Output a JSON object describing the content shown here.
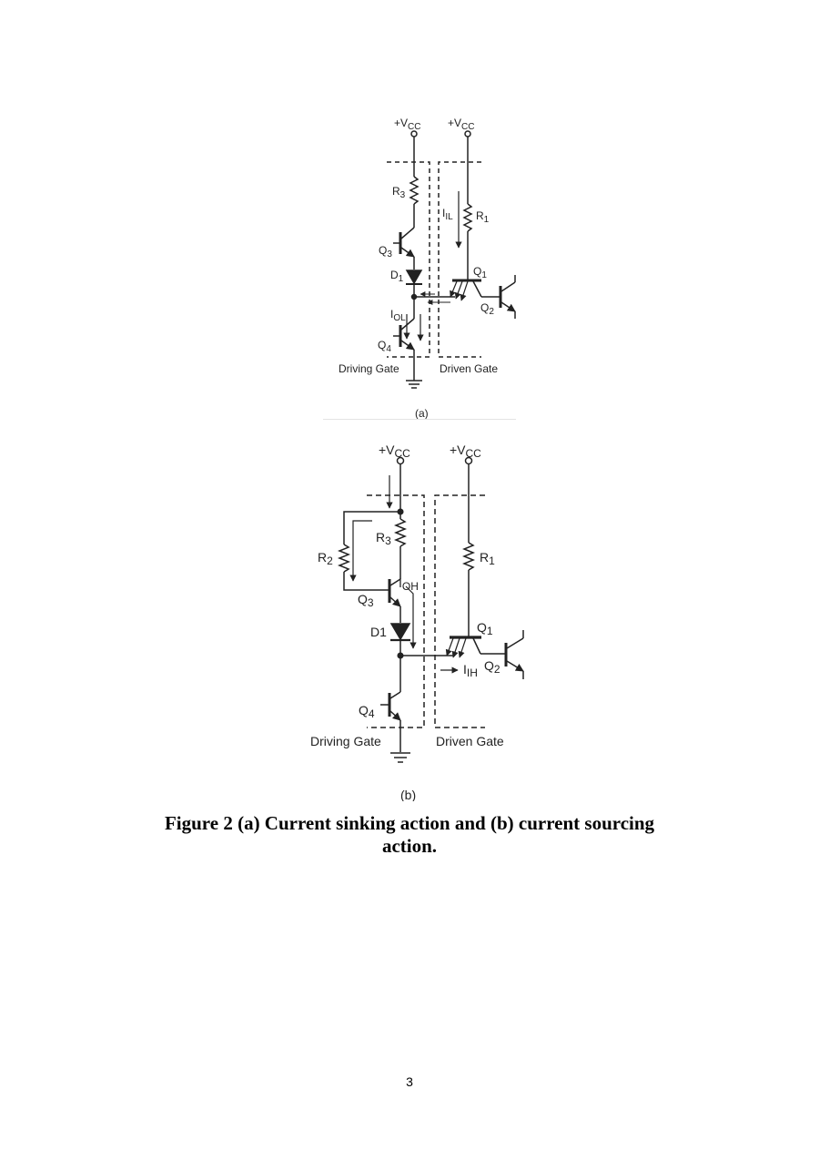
{
  "figure": {
    "panel_a": {
      "vcc_left": "+V",
      "vcc_right": "+V",
      "vcc_sub": "CC",
      "r3": "R",
      "r3_sub": "3",
      "r1": "R",
      "r1_sub": "1",
      "il": "I",
      "il_sub": "IL",
      "q3": "Q",
      "q3_sub": "3",
      "d1": "D",
      "d1_sub": "1",
      "q1": "Q",
      "q1_sub": "1",
      "q2": "Q",
      "q2_sub": "2",
      "iol": "I",
      "iol_sub": "OL",
      "q4": "Q",
      "q4_sub": "4",
      "driving_gate": "Driving Gate",
      "driven_gate": "Driven Gate",
      "label": "(a)"
    },
    "panel_b": {
      "vcc_left": "+V",
      "vcc_right": "+V",
      "vcc_sub": "CC",
      "r3": "R",
      "r3_sub": "3",
      "r2": "R",
      "r2_sub": "2",
      "r1": "R",
      "r1_sub": "1",
      "ioh": "I",
      "ioh_sub": "OH",
      "q3": "Q",
      "q3_sub": "3",
      "d1": "D1",
      "q1": "Q",
      "q1_sub": "1",
      "iih": "I",
      "iih_sub": "IH",
      "q2": "Q",
      "q2_sub": "2",
      "q4": "Q",
      "q4_sub": "4",
      "driving_gate": "Driving Gate",
      "driven_gate": "Driven Gate",
      "label": "(b)"
    },
    "caption": "Figure 2 (a) Current sinking action and (b) current sourcing action."
  },
  "page_number": "3"
}
